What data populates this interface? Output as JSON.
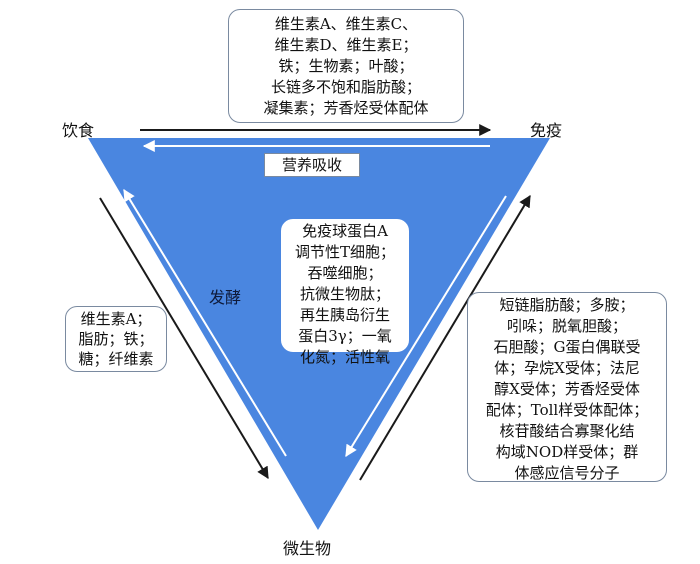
{
  "nodes": {
    "diet": "饮食",
    "immunity": "免疫",
    "microbe": "微生物"
  },
  "edges": {
    "nutrient_absorption": "营养吸收",
    "fermentation": "发酵"
  },
  "boxes": {
    "diet_to_immunity": [
      "维生素A、维生素C、",
      "维生素D、维生素E；",
      "铁；生物素；叶酸；",
      "长链多不饱和脂肪酸；",
      "凝集素；芳香烃受体配体"
    ],
    "diet_to_microbe": [
      "维生素A；",
      "脂肪；铁；",
      "糖；纤维素"
    ],
    "center": [
      "免疫球蛋白A",
      "调节性T细胞；",
      "吞噬细胞；",
      "抗微生物肽；",
      "再生胰岛衍生",
      "蛋白3γ；一氧",
      "化氮；活性氧"
    ],
    "microbe_to_immunity": [
      "短链脂肪酸；多胺；",
      "吲哚；脱氧胆酸；",
      "石胆酸；G蛋白偶联受",
      "体；孕烷X受体；法尼",
      "醇X受体；芳香烃受体",
      "配体；Toll样受体配体；",
      "核苷酸结合寡聚化结",
      "构域NOD样受体；群",
      "体感应信号分子"
    ]
  },
  "colors": {
    "triangle": "#4a86e0",
    "arrow": "#1a1a1a",
    "inner_arrow": "#ffffff",
    "box_border": "#7a8aa0"
  }
}
